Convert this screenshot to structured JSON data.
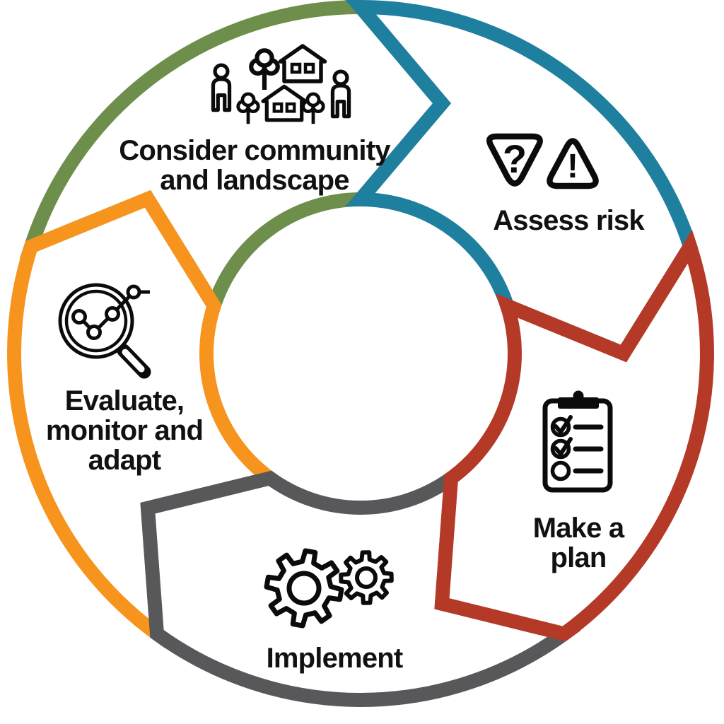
{
  "background": "#ffffff",
  "diagram": {
    "type": "cycle",
    "direction": "clockwise",
    "steps": [
      {
        "id": "consider-community-and-landscape",
        "label": "Consider community\nand landscape",
        "color": "#6e8e4c",
        "icon": "community-people-trees-houses-icon"
      },
      {
        "id": "assess-risk",
        "label": "Assess risk",
        "color": "#1f7f9e",
        "icon": "warning-question-triangles-icon"
      },
      {
        "id": "make-a-plan",
        "label": "Make a\nplan",
        "color": "#b43a27",
        "icon": "clipboard-checklist-icon"
      },
      {
        "id": "implement",
        "label": "Implement",
        "color": "#58585a",
        "icon": "gears-icon"
      },
      {
        "id": "evaluate-monitor-and-adapt",
        "label": "Evaluate,\nmonitor and\nadapt",
        "color": "#f7941d",
        "icon": "magnifier-chart-icon"
      }
    ],
    "icon_glyphs": {
      "question_mark": "?",
      "exclamation_mark": "!"
    }
  }
}
